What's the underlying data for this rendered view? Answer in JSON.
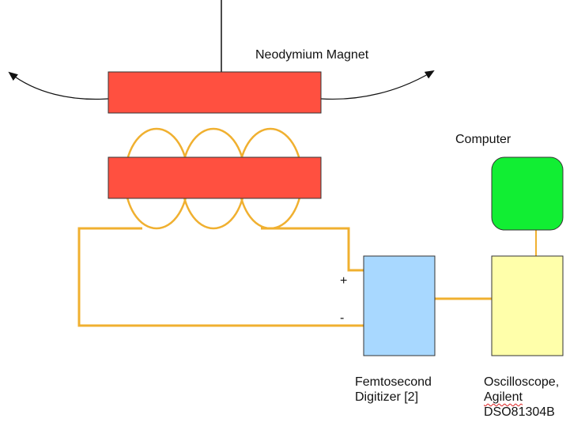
{
  "labels": {
    "magnet": "Neodymium Magnet",
    "computer": "Computer",
    "plus": "+",
    "minus": "-",
    "digitizer_line1": "Femtosecond",
    "digitizer_line2": "Digitizer [2]",
    "scope_line1": "Oscilloscope,",
    "scope_line2": "Agilent",
    "scope_line3": "DSO81304B"
  },
  "colors": {
    "magnet": "#ff5040",
    "magnet_border": "#333333",
    "coil_wire": "#f0b030",
    "digitizer": "#a8d8ff",
    "oscilloscope": "#ffffaa",
    "computer": "#11ee33",
    "line": "#111111"
  },
  "icons": [
    "left-swing-arrow-icon",
    "right-swing-arrow-icon"
  ]
}
